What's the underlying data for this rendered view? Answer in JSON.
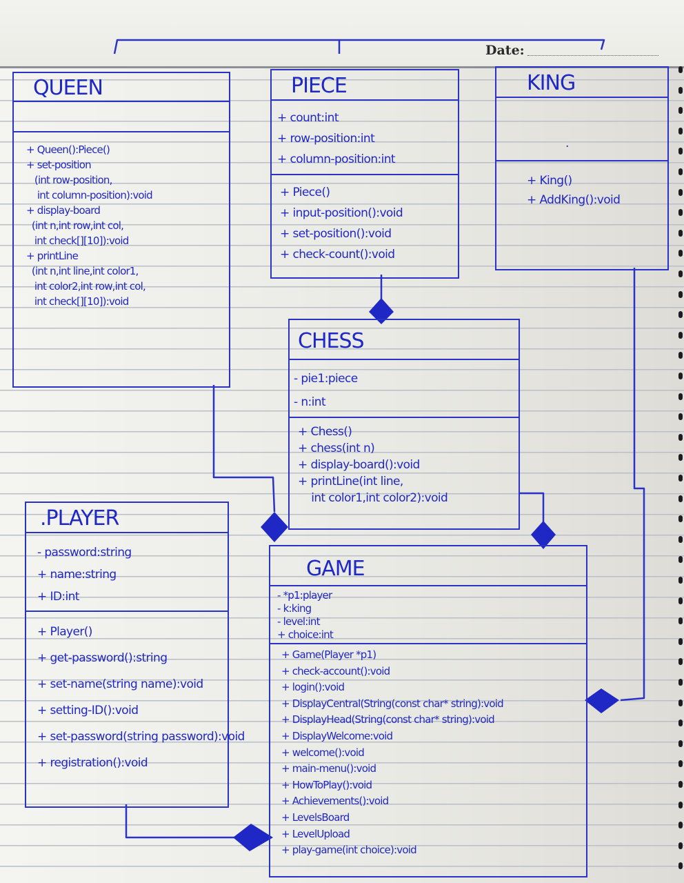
{
  "header": {
    "date_label": "Date:"
  },
  "colors": {
    "ink": "#2027c2",
    "rule": "#b9bfc8"
  },
  "classes": {
    "queen": {
      "name": "QUEEN",
      "attributes": [],
      "methods": [
        "+ Queen():Piece()",
        "+ set-position",
        "   (int row-position,",
        "    int column-position):void",
        "+ display-board",
        "  (int n,int row,int col,",
        "   int check[][10]):void",
        "+ printLine",
        "  (int n,int line,int color1,",
        "   int color2,int row,int col,",
        "   int check[][10]):void"
      ]
    },
    "piece": {
      "name": "PIECE",
      "attributes": [
        "+ count:int",
        "+ row-position:int",
        "+ column-position:int"
      ],
      "methods": [
        "+ Piece()",
        "+ input-position():void",
        "+ set-position():void",
        "+ check-count():void"
      ]
    },
    "king": {
      "name": "KING",
      "attributes": [
        "."
      ],
      "methods": [
        "+ King()",
        "+ AddKing():void"
      ]
    },
    "chess": {
      "name": "CHESS",
      "attributes": [
        "- pie1:piece",
        "- n:int"
      ],
      "methods": [
        "+ Chess()",
        "+ chess(int n)",
        "+ display-board():void",
        "+ printLine(int line,",
        "    int color1,int color2):void"
      ]
    },
    "player": {
      "name": ".PLAYER",
      "attributes": [
        "- password:string",
        "+ name:string",
        "+ ID:int"
      ],
      "methods": [
        "+ Player()",
        "+ get-password():string",
        "+ set-name(string name):void",
        "+ setting-ID():void",
        "+ set-password(string password):void",
        "+ registration():void"
      ]
    },
    "game": {
      "name": "GAME",
      "attributes": [
        "- *p1:player",
        "- k:king",
        "- level:int",
        "+ choice:int"
      ],
      "methods": [
        "+ Game(Player *p1)",
        "+ check-account():void",
        "+ login():void",
        "+ DisplayCentral(String(const char* string):void",
        "+ DisplayHead(String(const char* string):void",
        "+ DisplayWelcome:void",
        "+ welcome():void",
        "+ main-menu():void",
        "+ HowToPlay():void",
        "+ Achievements():void",
        "+ LevelsBoard",
        "+ LevelUpload",
        "+ play-game(int choice):void"
      ]
    }
  }
}
